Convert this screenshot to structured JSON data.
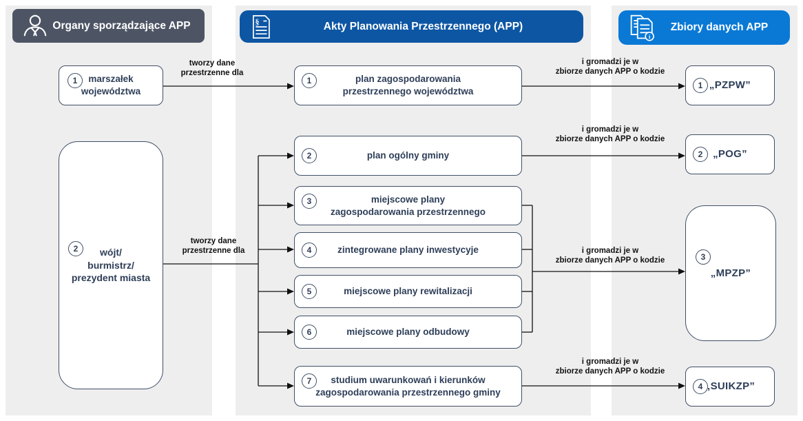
{
  "columns": {
    "organs": {
      "header": "Organy sporządzające APP",
      "icon": "person-icon",
      "bg": "#4d5565"
    },
    "acts": {
      "header": "Akty Planowania Przestrzennego (APP)",
      "icon": "document-paragraph-icon",
      "bg": "#0d56a4"
    },
    "datasets": {
      "header": "Zbiory danych APP",
      "icon": "documents-info-icon",
      "bg": "#0a79d6"
    }
  },
  "organs": {
    "items": [
      {
        "number": "1",
        "label": "marszałek\nwojewództwa"
      },
      {
        "number": "2",
        "label": "wójt/\nburmistrz/\nprezydent miasta"
      }
    ]
  },
  "acts": {
    "items": [
      {
        "number": "1",
        "label": "plan zagospodarowania\nprzestrzennego województwa"
      },
      {
        "number": "2",
        "label": "plan ogólny gminy"
      },
      {
        "number": "3",
        "label": "miejscowe plany\nzagospodarowania przestrzennego"
      },
      {
        "number": "4",
        "label": "zintegrowane plany inwestycyje"
      },
      {
        "number": "5",
        "label": "miejscowe plany rewitalizacji"
      },
      {
        "number": "6",
        "label": "miejscowe plany odbudowy"
      },
      {
        "number": "7",
        "label": "studium uwarunkowań i kierunków\nzagospodarowania przestrzennego gminy"
      }
    ]
  },
  "datasets": {
    "items": [
      {
        "number": "1",
        "code": "„PZPW”"
      },
      {
        "number": "2",
        "code": "„POG”"
      },
      {
        "number": "3",
        "code": "„MPZP”"
      },
      {
        "number": "4",
        "code": "„SUIKZP”"
      }
    ]
  },
  "edge_labels": {
    "creates": "tworzy dane\nprzestrzenne dla",
    "stores": "i gromadzi je w\nzbiorze danych APP o kodzie"
  },
  "colors": {
    "panel_gray": "#eeeeee",
    "node_border": "#3e4e66",
    "node_text": "#2e3e58",
    "arrow": "#111111",
    "organs_header_bg": "#4d5565",
    "acts_header_bg": "#0d56a4",
    "datasets_header_bg": "#0a79d6"
  }
}
